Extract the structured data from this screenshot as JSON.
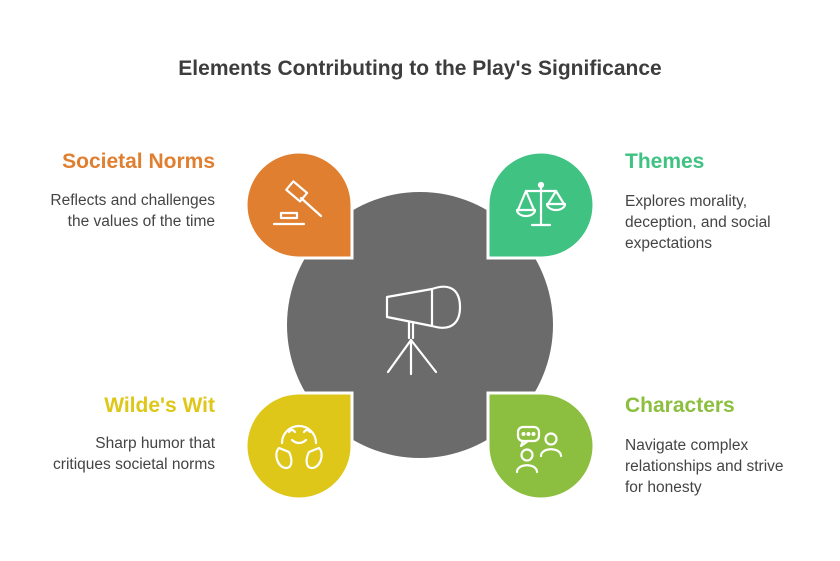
{
  "title": "Elements Contributing to the Play's Significance",
  "center": {
    "icon": "megaphone-on-tripod-icon",
    "color": "#6b6b6b"
  },
  "items": [
    {
      "heading": "Societal Norms",
      "description": [
        "Reflects and challenges",
        "the values of the time"
      ],
      "color": "#e07f30",
      "icon": "gavel-icon"
    },
    {
      "heading": "Themes",
      "description": [
        "Explores morality,",
        "deception, and social",
        "expectations"
      ],
      "color": "#3fc282",
      "icon": "scales-icon"
    },
    {
      "heading": "Wilde's Wit",
      "description": [
        "Sharp humor that",
        "critiques societal norms"
      ],
      "color": "#dec719",
      "icon": "laughing-face-icon"
    },
    {
      "heading": "Characters",
      "description": [
        "Navigate complex",
        "relationships and strive",
        "for honesty"
      ],
      "color": "#8cbf3f",
      "icon": "people-talking-icon"
    }
  ]
}
